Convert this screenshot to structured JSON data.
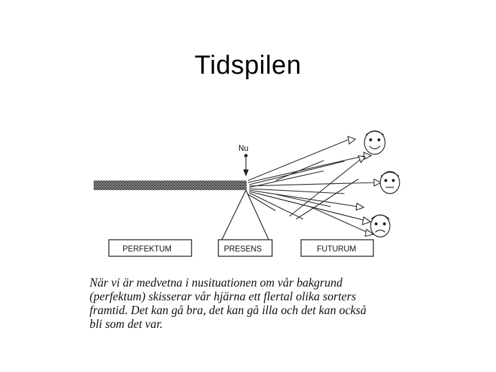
{
  "title": "Tidspilen",
  "diagram": {
    "now_label": "Nu",
    "boxes": {
      "perfektum": "PERFEKTUM",
      "presens": "PRESENS",
      "futurum": "FUTURUM"
    },
    "faces": [
      "happy",
      "neutral",
      "sad"
    ]
  },
  "caption": {
    "lines": [
      "När vi är medvetna i nusituationen om vår bakgrund",
      "(perfektum) skisserar vår hjärna ett flertal olika sorters",
      "framtid. Det kan gå bra, det kan gå illa och det kan också",
      "bli som det var."
    ]
  }
}
